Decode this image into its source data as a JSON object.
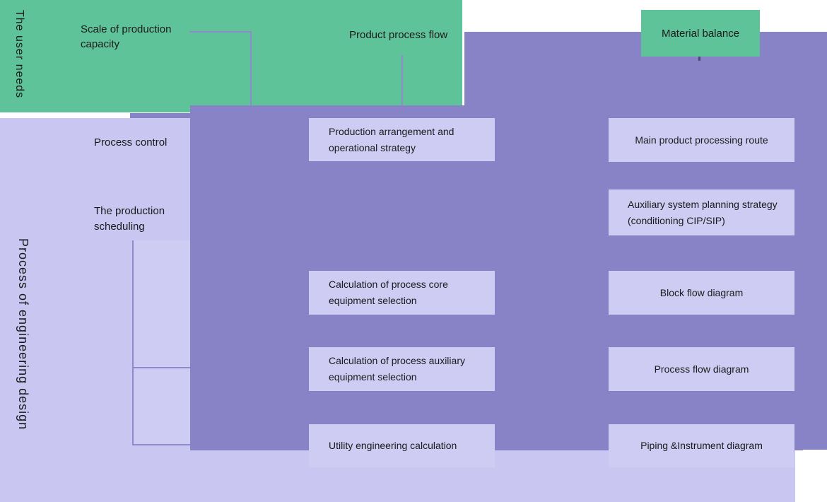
{
  "colors": {
    "green": "#5fc399",
    "purple": "#8783c6",
    "lavender_background": "#c9c6f1",
    "box_fill": "#cfccf4",
    "connector_line": "#8e8acb",
    "text": "#1a1a1a"
  },
  "vertical_labels": {
    "user_needs": "The user needs",
    "engineering_design": "Process of engineering design"
  },
  "green_labels": {
    "scale": "Scale of production capacity",
    "product_flow": "Product process flow",
    "material_balance": "Material balance"
  },
  "left_labels": {
    "process_control": "Process control",
    "production_scheduling": "The production scheduling"
  },
  "middle_boxes": [
    {
      "label": "Production arrangement and operational strategy"
    },
    {
      "label": "Calculation of process core equipment selection"
    },
    {
      "label": "Calculation of process auxiliary equipment selection"
    },
    {
      "label": "Utility engineering calculation"
    }
  ],
  "right_boxes": [
    {
      "label": "Main product processing route"
    },
    {
      "label": "Auxiliary system planning strategy (conditioning CIP/SIP)"
    },
    {
      "label": "Block flow diagram"
    },
    {
      "label": "Process flow diagram"
    },
    {
      "label": "Piping &Instrument diagram"
    }
  ]
}
